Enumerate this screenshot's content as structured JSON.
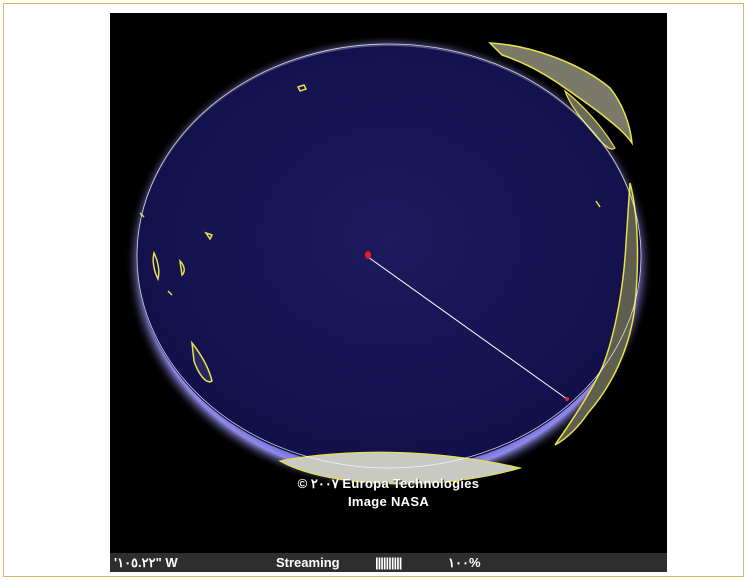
{
  "map": {
    "credit_line1": "© ٢٠٠٧ Europa Technologies",
    "credit_line2": "Image NASA",
    "ocean_color": "#17154f",
    "coast_color": "#e8e04a",
    "marker_color": "#e02020"
  },
  "status": {
    "longitude": "'١٠٥.٢٢\" W",
    "streaming_label": "Streaming",
    "progress_bars": "||||||||||",
    "progress_percent": "١٠٠%"
  }
}
